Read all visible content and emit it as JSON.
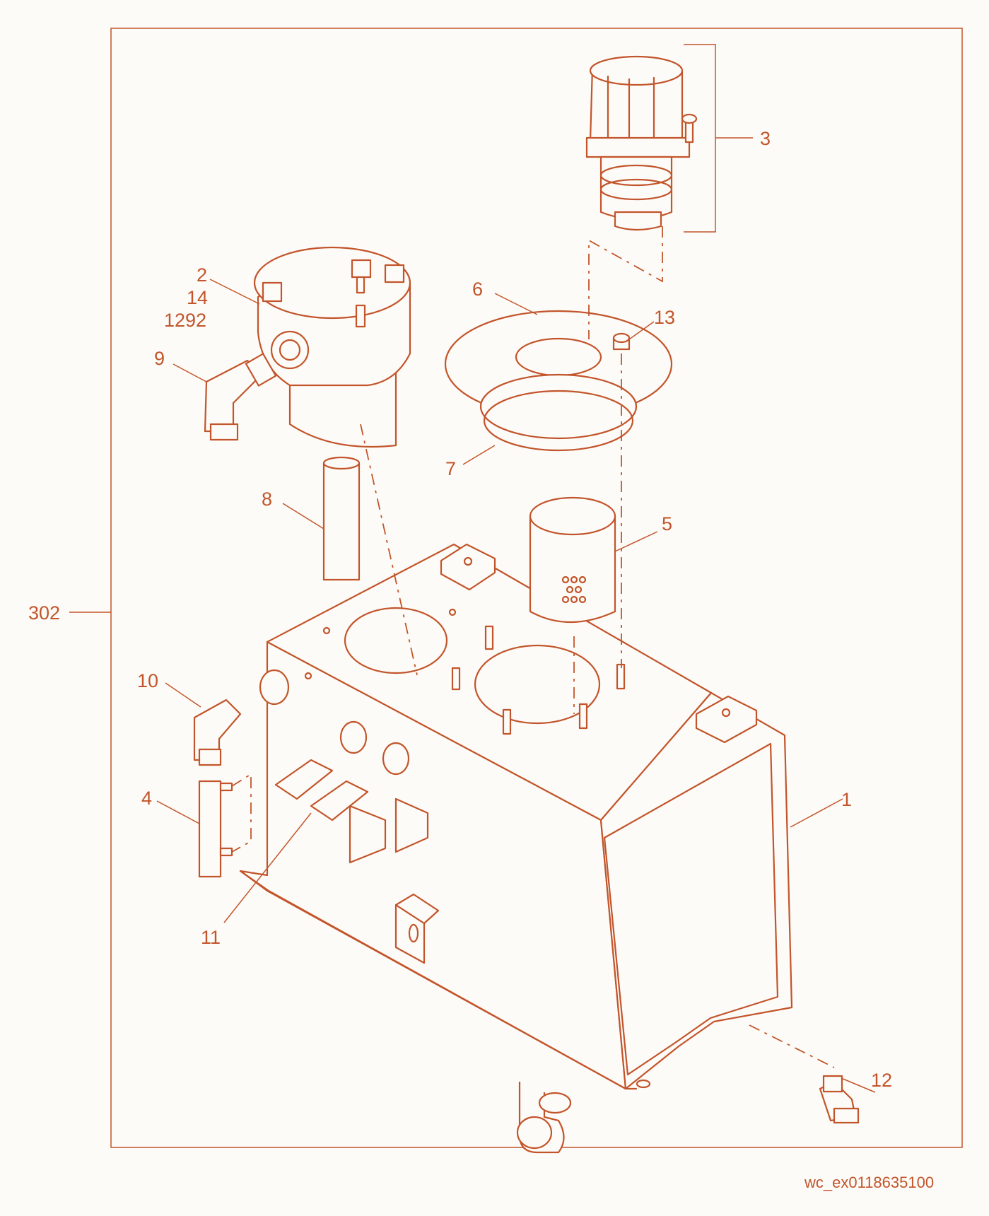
{
  "diagram": {
    "frame_label": "302",
    "code": "wc_ex0118635100",
    "callouts": [
      {
        "id": "1",
        "text": "1"
      },
      {
        "id": "2",
        "text": "2"
      },
      {
        "id": "14",
        "text": "14"
      },
      {
        "id": "1292",
        "text": "1292"
      },
      {
        "id": "3",
        "text": "3"
      },
      {
        "id": "4",
        "text": "4"
      },
      {
        "id": "5",
        "text": "5"
      },
      {
        "id": "6",
        "text": "6"
      },
      {
        "id": "7",
        "text": "7"
      },
      {
        "id": "8",
        "text": "8"
      },
      {
        "id": "9",
        "text": "9"
      },
      {
        "id": "10",
        "text": "10"
      },
      {
        "id": "11",
        "text": "11"
      },
      {
        "id": "12",
        "text": "12"
      },
      {
        "id": "13",
        "text": "13"
      }
    ]
  },
  "colors": {
    "line": "#c2552b",
    "background": "#fdfbf7"
  }
}
